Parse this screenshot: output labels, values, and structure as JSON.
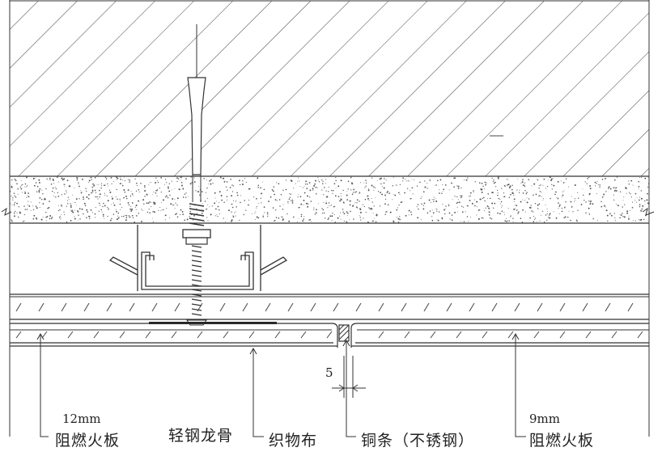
{
  "labels": {
    "board_12_thickness": "12mm",
    "board_12_name": "阻燃火板",
    "light_steel_keel": "轻钢龙骨",
    "fabric": "织物布",
    "copper_strip": "铜条（不锈钢）",
    "board_9_thickness": "9mm",
    "board_9_name": "阻燃火板",
    "gap_dimension": "5"
  },
  "colors": {
    "line": "#333333",
    "hatch": "#444444",
    "concrete_dot": "#555555",
    "background": "#ffffff"
  },
  "icons": {
    "anchor_bolt": "expansion-bolt-icon",
    "keel": "c-channel-icon",
    "strip": "copper-strip-icon"
  }
}
